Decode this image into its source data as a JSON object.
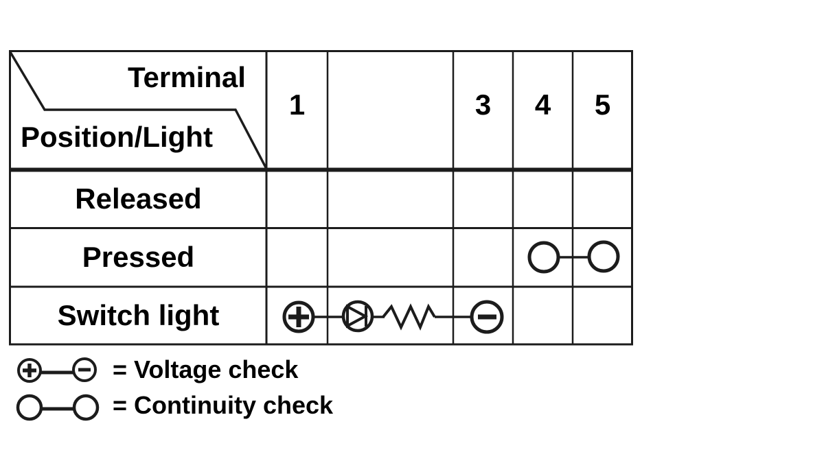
{
  "table": {
    "header": {
      "top_right_label": "Terminal",
      "bottom_left_label": "Position/Light"
    },
    "columns": [
      {
        "label": "1"
      },
      {
        "label": ""
      },
      {
        "label": "3"
      },
      {
        "label": "4"
      },
      {
        "label": "5"
      }
    ],
    "rows": [
      {
        "label": "Released",
        "marking": "none"
      },
      {
        "label": "Pressed",
        "marking": "continuity check between terminals 4 and 5"
      },
      {
        "label": "Switch light",
        "marking": "voltage check circuit: plus terminal 1, diode, resistor, minus terminal 3"
      }
    ]
  },
  "legend": {
    "items": [
      {
        "symbol": "plus-circle-to-minus-circle",
        "label": "= Voltage check"
      },
      {
        "symbol": "circle-to-circle",
        "label": "= Continuity check"
      }
    ]
  },
  "colors": {
    "background": "#ffffff",
    "line": "#1c1c1c",
    "text": "#000000"
  }
}
